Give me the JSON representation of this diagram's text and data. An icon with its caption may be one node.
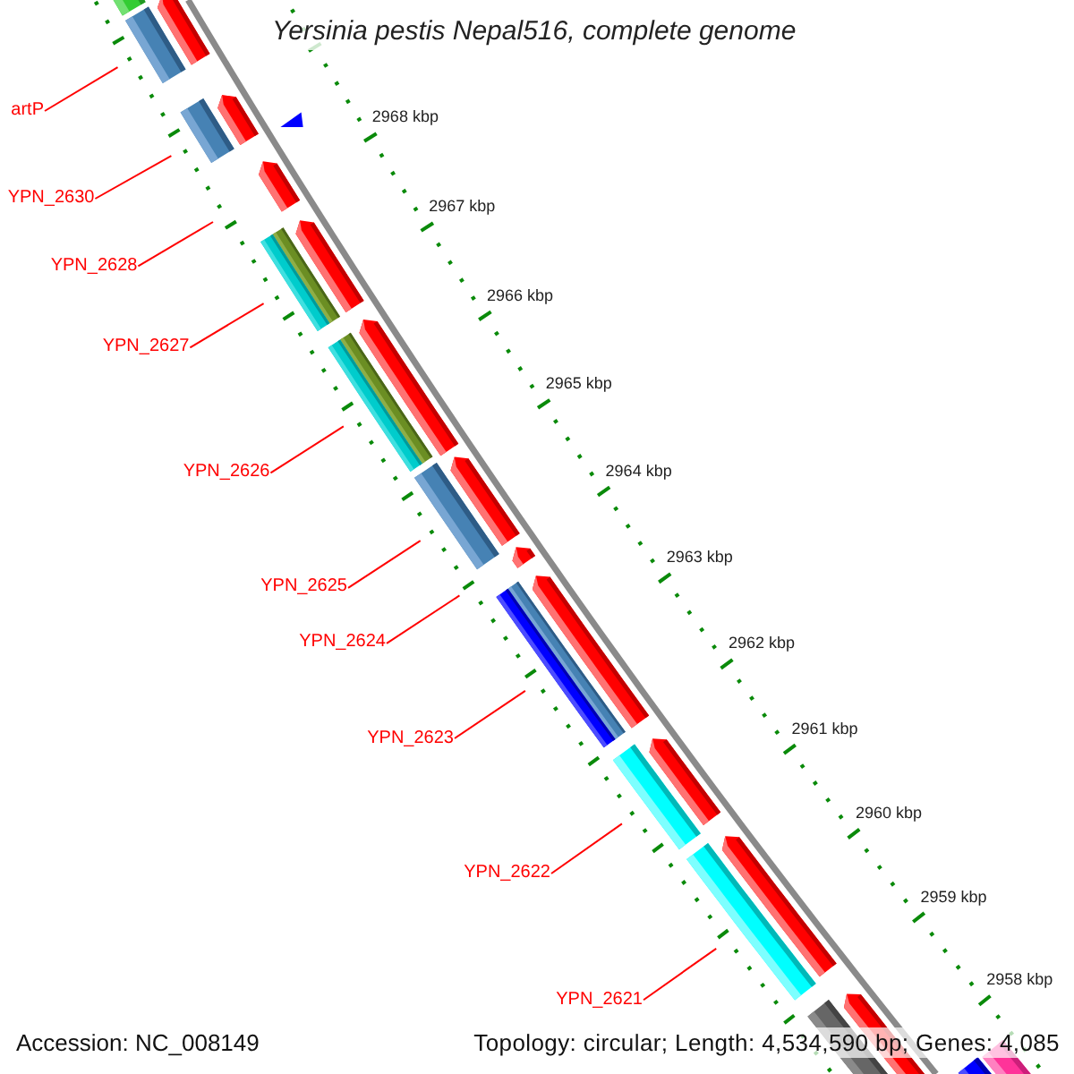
{
  "diagram": {
    "title": "Yersinia pestis Nepal516, complete genome",
    "nodes": [
      {
        "text": [
          "artP"
        ]
      },
      {
        "text": [
          "YPN_2630"
        ]
      },
      {
        "text": [
          "YPN_2628"
        ]
      },
      {
        "text": [
          "YPN_2627"
        ]
      },
      {
        "text": [
          "YPN_2626"
        ]
      },
      {
        "text": [
          "YPN_2625"
        ]
      },
      {
        "text": [
          "YPN_2624"
        ]
      },
      {
        "text": [
          "YPN_2623"
        ]
      },
      {
        "text": [
          "YPN_2622"
        ]
      },
      {
        "text": [
          "YPN_2621"
        ]
      },
      {
        "text": [],
        "shape": "bar"
      },
      {
        "text": [],
        "shape": "bar"
      },
      {
        "text": [],
        "shape": "arrow"
      },
      {
        "text": [],
        "shape": "bar"
      },
      {
        "text": [],
        "shape": "bar"
      },
      {
        "text": [],
        "shape": "bar"
      },
      {
        "text": [],
        "shape": "bar"
      },
      {
        "text": [],
        "shape": "bar"
      },
      {
        "text": [],
        "shape": "bar"
      }
    ],
    "edges": [
      {
        "from": 0,
        "to": 10,
        "arrow": "none"
      },
      {
        "from": 1,
        "to": 11,
        "arrow": "none"
      },
      {
        "from": 2,
        "to": null,
        "arrow": "none"
      },
      {
        "from": 3,
        "to": 13,
        "arrow": "none"
      },
      {
        "from": 4,
        "to": 14,
        "arrow": "none"
      },
      {
        "from": 5,
        "to": 15,
        "arrow": "none"
      },
      {
        "from": 6,
        "to": null,
        "arrow": "none"
      },
      {
        "from": 7,
        "to": 16,
        "arrow": "none"
      },
      {
        "from": 8,
        "to": 17,
        "arrow": "none"
      },
      {
        "from": 9,
        "to": 18,
        "arrow": "none"
      }
    ],
    "labels": [
      "2968 kbp",
      "2967 kbp",
      "2966 kbp",
      "2965 kbp",
      "2964 kbp",
      "2963 kbp",
      "2962 kbp",
      "2961 kbp",
      "2960 kbp",
      "2959 kbp",
      "2958 kbp",
      "Accession: NC_008149",
      "Topology: circular; Length: 4,534,590 bp; Genes: 4,085"
    ]
  }
}
